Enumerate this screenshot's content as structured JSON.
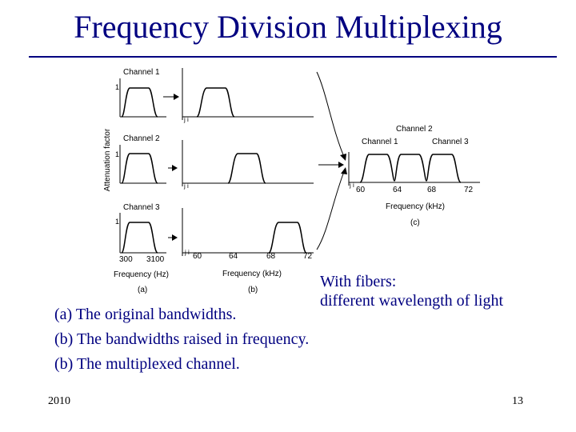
{
  "slide": {
    "title": "Frequency Division Multiplexing",
    "footer_left": "2010",
    "footer_right": "13"
  },
  "figure": {
    "channel_labels": [
      "Channel 1",
      "Channel 2",
      "Channel 3"
    ],
    "y_axis_label": "Attenuation factor",
    "unit_tick": "1",
    "break_mark": "j i",
    "panel_a": {
      "x_ticks": [
        "300",
        "3100"
      ],
      "x_label": "Frequency (Hz)",
      "tag": "(a)"
    },
    "panel_b": {
      "x_ticks": [
        "60",
        "64",
        "68",
        "72"
      ],
      "x_label": "Frequency (kHz)",
      "tag": "(b)"
    },
    "panel_c": {
      "channel_labels": [
        "Channel 2",
        "Channel 1",
        "Channel 3"
      ],
      "x_ticks": [
        "60",
        "64",
        "68",
        "72"
      ],
      "x_label": "Frequency (kHz)",
      "tag": "(c)"
    }
  },
  "side_note": {
    "line1": "With fibers:",
    "line2": "different wavelength of light"
  },
  "captions": [
    {
      "tag": "(a)",
      "text": "The original bandwidths."
    },
    {
      "tag": "(b)",
      "text": "The bandwidths raised in frequency."
    },
    {
      "tag": "(b)",
      "text": "The multiplexed channel."
    }
  ]
}
